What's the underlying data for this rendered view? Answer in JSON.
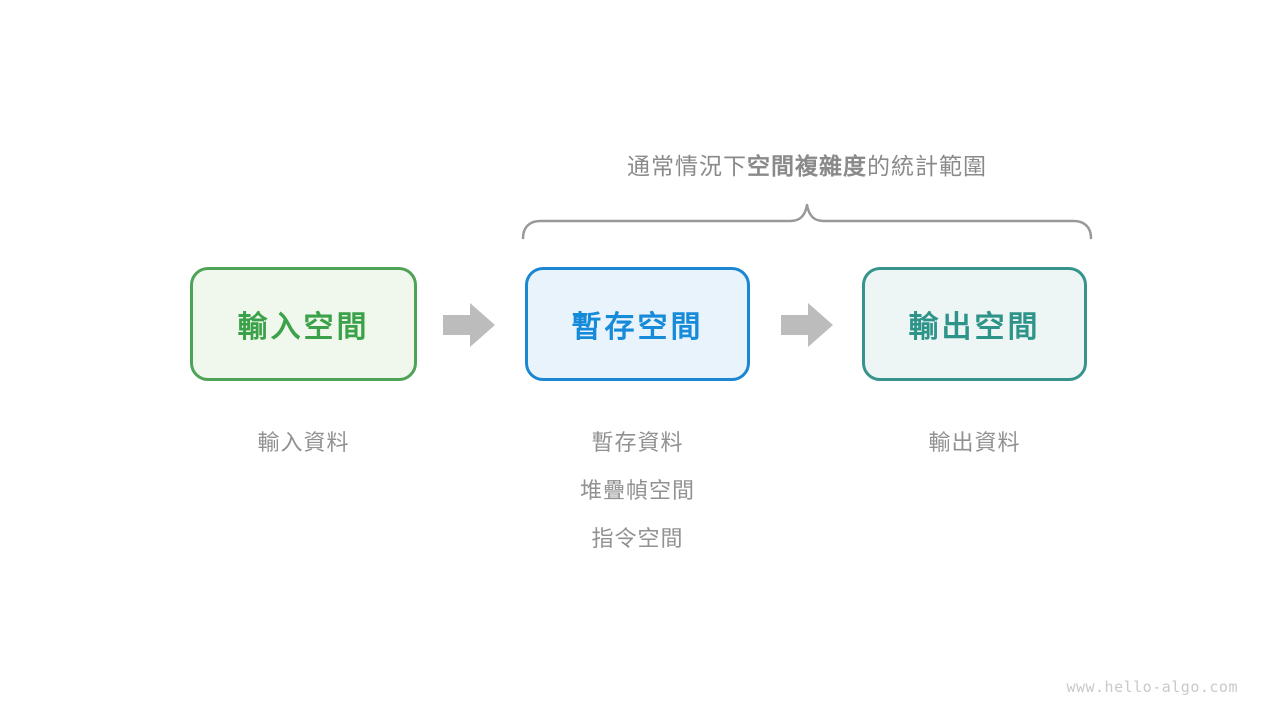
{
  "title": {
    "prefix": "通常情況下",
    "emphasis": "空間複雜度",
    "suffix": "的統計範圍",
    "color": "#8a8a8a"
  },
  "brace": {
    "color": "#999999"
  },
  "arrow_color": "#bcbcbc",
  "boxes": [
    {
      "id": "input-space",
      "label": "輸入空間",
      "border_color": "#4fa356",
      "fill_color": "#f0f8ee",
      "label_color": "#3ca24a"
    },
    {
      "id": "temp-space",
      "label": "暫存空間",
      "border_color": "#1b87d3",
      "fill_color": "#e9f3fb",
      "label_color": "#168bda"
    },
    {
      "id": "output-space",
      "label": "輸出空間",
      "border_color": "#37948c",
      "fill_color": "#edf6f4",
      "label_color": "#2e948a"
    }
  ],
  "captions": {
    "input": [
      "輸入資料"
    ],
    "buffer": [
      "暫存資料",
      "堆疊幀空間",
      "指令空間"
    ],
    "output": [
      "輸出資料"
    ],
    "color": "#919191"
  },
  "watermark": {
    "text": "www.hello-algo.com",
    "color": "#c9c9c9"
  }
}
